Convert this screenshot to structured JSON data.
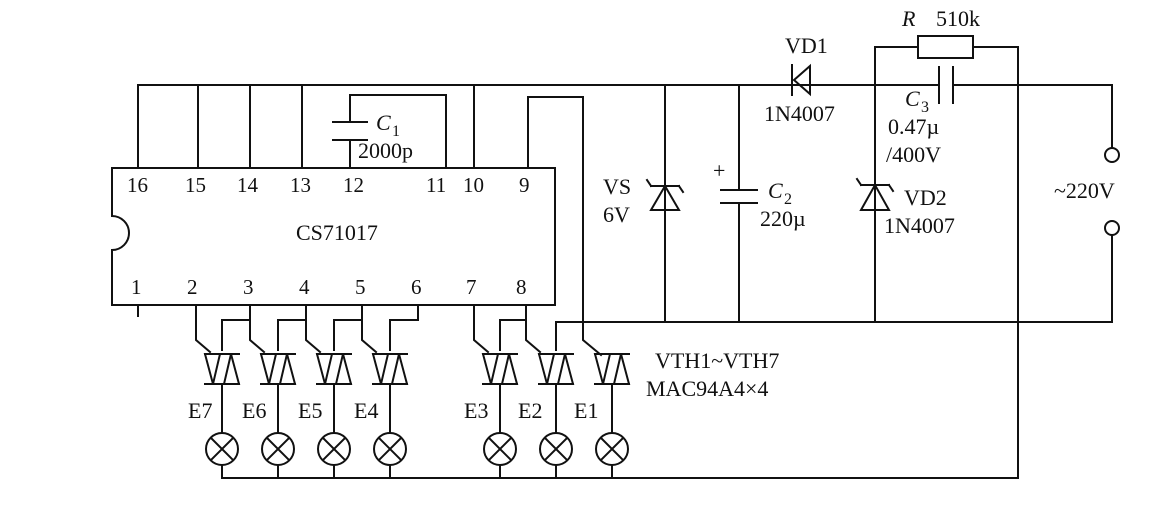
{
  "ic": {
    "name": "CS71017",
    "top_pins": [
      "16",
      "15",
      "14",
      "13",
      "12",
      "11",
      "10",
      "9"
    ],
    "bottom_pins": [
      "1",
      "2",
      "3",
      "4",
      "5",
      "6",
      "7",
      "8"
    ]
  },
  "c1": {
    "symbol": "C",
    "sub": "1",
    "value": "2000p"
  },
  "vd1": {
    "name": "VD1",
    "part": "1N4007"
  },
  "r": {
    "symbol": "R",
    "value": "510k"
  },
  "c3": {
    "symbol": "C",
    "sub": "3",
    "value": "0.47µ",
    "voltage": "/400V"
  },
  "vs": {
    "name": "VS",
    "voltage": "6V"
  },
  "c2": {
    "symbol": "C",
    "sub": "2",
    "value": "220µ",
    "polarity": "+"
  },
  "vd2": {
    "name": "VD2",
    "part": "1N4007"
  },
  "supply": {
    "label": "~220V"
  },
  "triacs": {
    "range": "VTH1~VTH7",
    "part": "MAC94A4×4"
  },
  "lamps": [
    "E7",
    "E6",
    "E5",
    "E4",
    "E3",
    "E2",
    "E1"
  ]
}
